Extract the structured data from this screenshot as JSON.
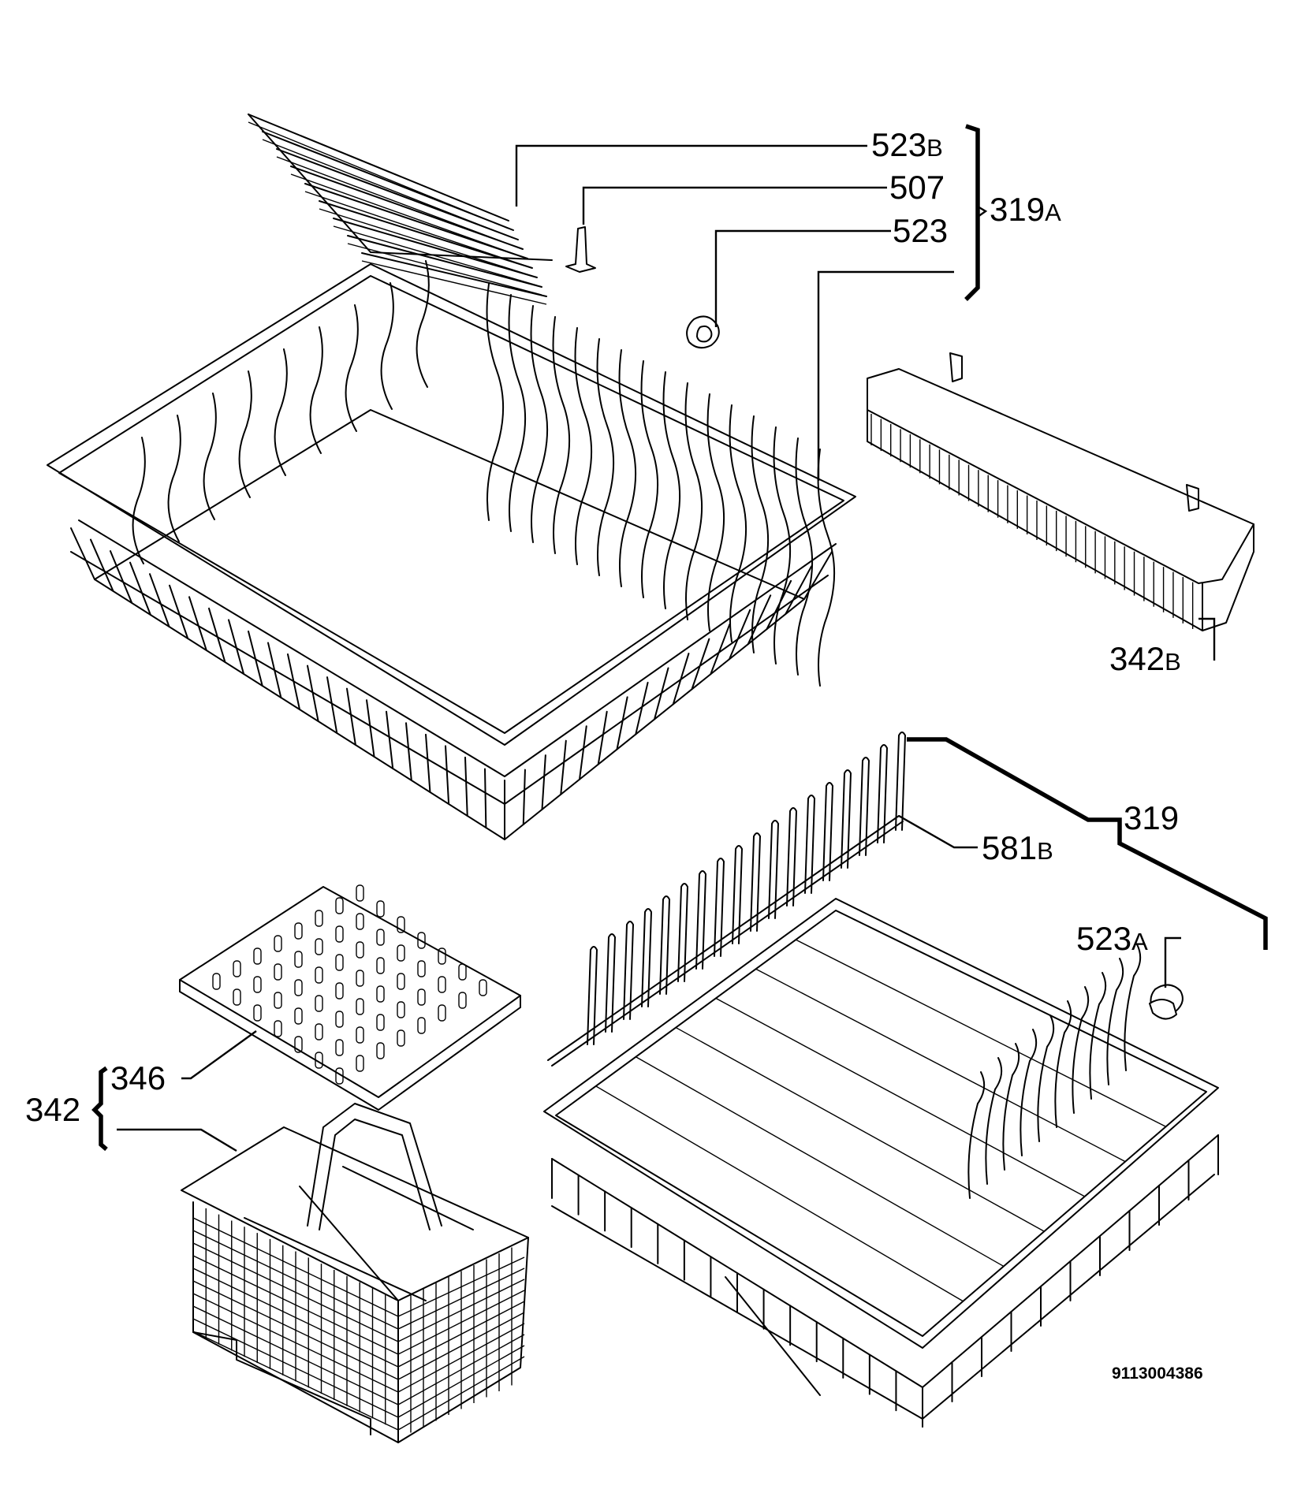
{
  "labels": {
    "l523b": {
      "num": "523",
      "suffix": "B"
    },
    "l507": {
      "num": "507",
      "suffix": ""
    },
    "l523": {
      "num": "523",
      "suffix": ""
    },
    "l319a": {
      "num": "319",
      "suffix": "A"
    },
    "l342b": {
      "num": "342",
      "suffix": "B"
    },
    "l319": {
      "num": "319",
      "suffix": ""
    },
    "l581b": {
      "num": "581",
      "suffix": "B"
    },
    "l523a": {
      "num": "523",
      "suffix": "A"
    },
    "l346": {
      "num": "346",
      "suffix": ""
    },
    "l342": {
      "num": "342",
      "suffix": ""
    }
  },
  "drawing_code": "9113004386"
}
